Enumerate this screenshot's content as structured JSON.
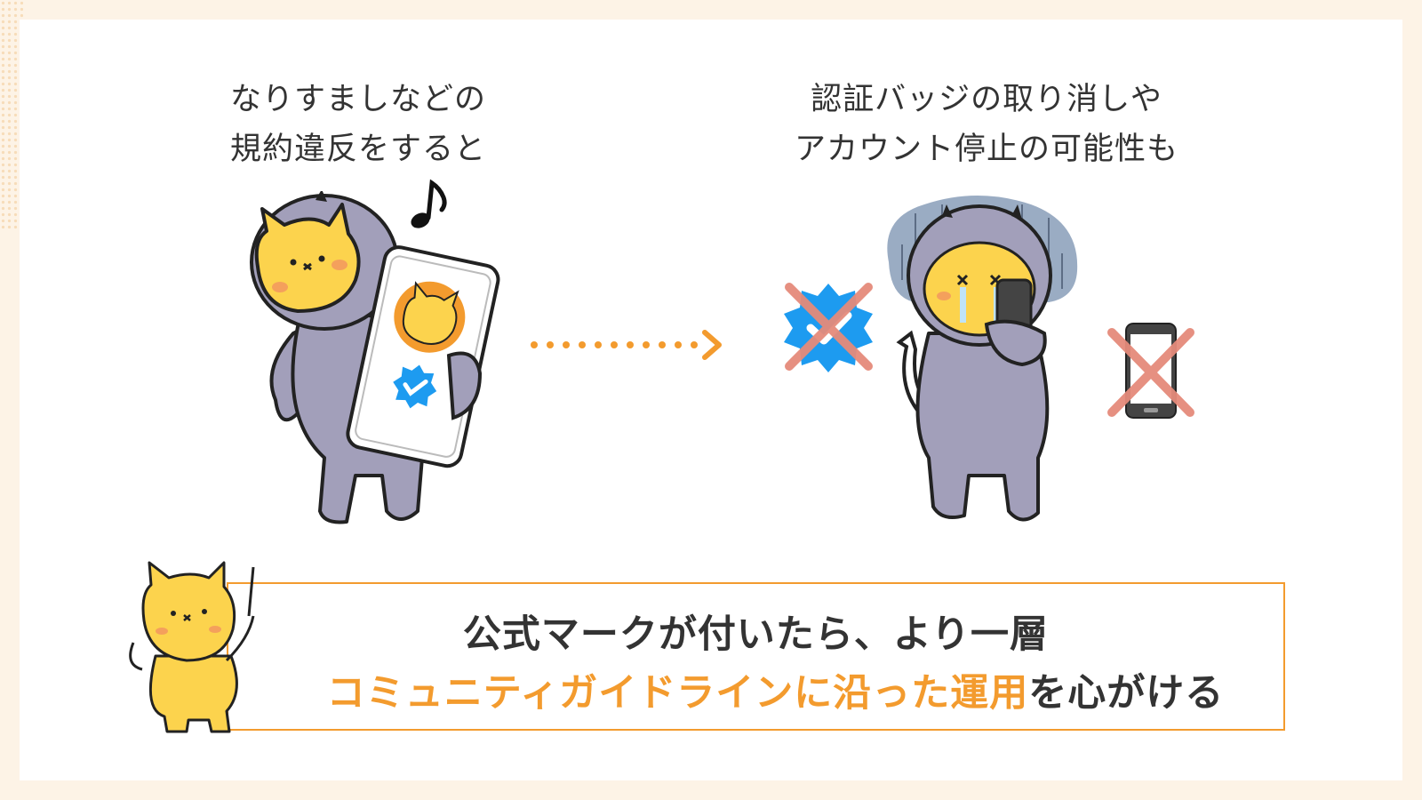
{
  "colors": {
    "background": "#fdf3e6",
    "accent_orange": "#f39b2e",
    "badge_blue": "#1d9bf0",
    "cat_yellow": "#fcd34d",
    "suit_purple": "#a29fba",
    "cross_pink": "#e58b7b"
  },
  "captions": {
    "left_line1": "なりすましなどの",
    "left_line2": "規約違反をすると",
    "right_line1": "認証バッジの取り消しや",
    "right_line2": "アカウント停止の可能性も"
  },
  "banner": {
    "line1": "公式マークが付いたら、より一層",
    "line2_highlight": "コミュニティガイドラインに沿った運用",
    "line2_rest": "を心がける"
  },
  "icons": {
    "music_note": "music-note-icon",
    "verified_badge": "verified-badge-icon",
    "arrow": "dotted-arrow-icon",
    "crossed_badge": "crossed-verified-badge-icon",
    "crossed_phone": "crossed-phone-icon"
  }
}
